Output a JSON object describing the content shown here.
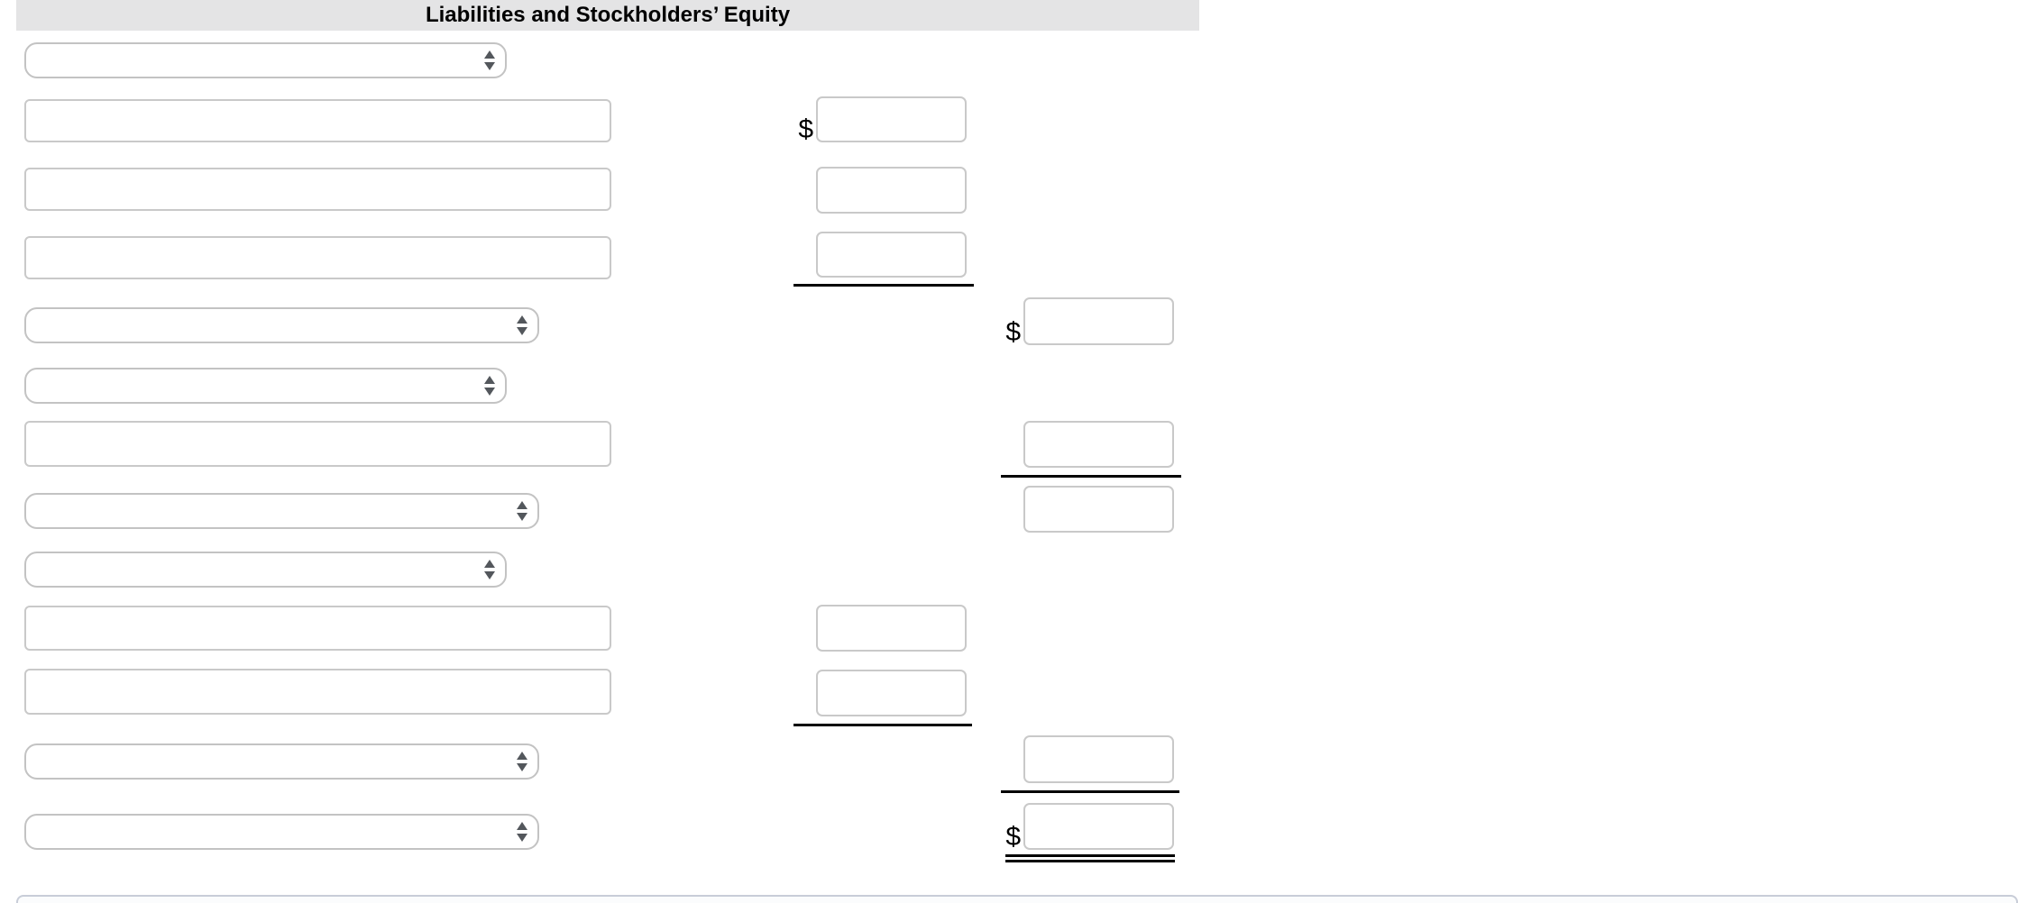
{
  "header": {
    "title": "Liabilities and Stockholders’ Equity"
  },
  "currency_symbol": "$",
  "form": {
    "rows": [
      {
        "row": 1,
        "left_control": {
          "type": "select",
          "size": "narrow",
          "value": ""
        },
        "amount": null
      },
      {
        "row": 2,
        "left_control": {
          "type": "text",
          "value": ""
        },
        "amount": {
          "column": "inner",
          "currency_prefix": "$",
          "value": "",
          "rule_below": null
        }
      },
      {
        "row": 3,
        "left_control": {
          "type": "text",
          "value": ""
        },
        "amount": {
          "column": "inner",
          "currency_prefix": null,
          "value": "",
          "rule_below": null
        }
      },
      {
        "row": 4,
        "left_control": {
          "type": "text",
          "value": ""
        },
        "amount": {
          "column": "inner",
          "currency_prefix": null,
          "value": "",
          "rule_below": "single"
        }
      },
      {
        "row": 5,
        "left_control": {
          "type": "select",
          "size": "wide",
          "value": ""
        },
        "amount": {
          "column": "outer",
          "currency_prefix": "$",
          "value": "",
          "rule_below": null
        }
      },
      {
        "row": 6,
        "left_control": {
          "type": "select",
          "size": "narrow",
          "value": ""
        },
        "amount": null
      },
      {
        "row": 7,
        "left_control": {
          "type": "text",
          "value": ""
        },
        "amount": {
          "column": "outer",
          "currency_prefix": null,
          "value": "",
          "rule_below": "single"
        }
      },
      {
        "row": 8,
        "left_control": {
          "type": "select",
          "size": "wide",
          "value": ""
        },
        "amount": {
          "column": "outer",
          "currency_prefix": null,
          "value": "",
          "rule_below": null
        }
      },
      {
        "row": 9,
        "left_control": {
          "type": "select",
          "size": "narrow",
          "value": ""
        },
        "amount": null
      },
      {
        "row": 10,
        "left_control": {
          "type": "text",
          "value": ""
        },
        "amount": {
          "column": "inner",
          "currency_prefix": null,
          "value": "",
          "rule_below": null
        }
      },
      {
        "row": 11,
        "left_control": {
          "type": "text",
          "value": ""
        },
        "amount": {
          "column": "inner",
          "currency_prefix": null,
          "value": "",
          "rule_below": "single"
        }
      },
      {
        "row": 12,
        "left_control": {
          "type": "select",
          "size": "wide",
          "value": ""
        },
        "amount": {
          "column": "outer",
          "currency_prefix": null,
          "value": "",
          "rule_below": "single"
        }
      },
      {
        "row": 13,
        "left_control": {
          "type": "select",
          "size": "wide",
          "value": ""
        },
        "amount": {
          "column": "outer",
          "currency_prefix": "$",
          "value": "",
          "rule_below": "double"
        }
      }
    ]
  },
  "colors": {
    "header_bg": "#e4e4e5",
    "control_border": "#c9c9c9",
    "select_border": "#c3c3c3",
    "select_arrow": "#53575c",
    "rule": "#000000",
    "footer_border": "#c8cdd8",
    "footer_bg": "#fbfcfd"
  }
}
